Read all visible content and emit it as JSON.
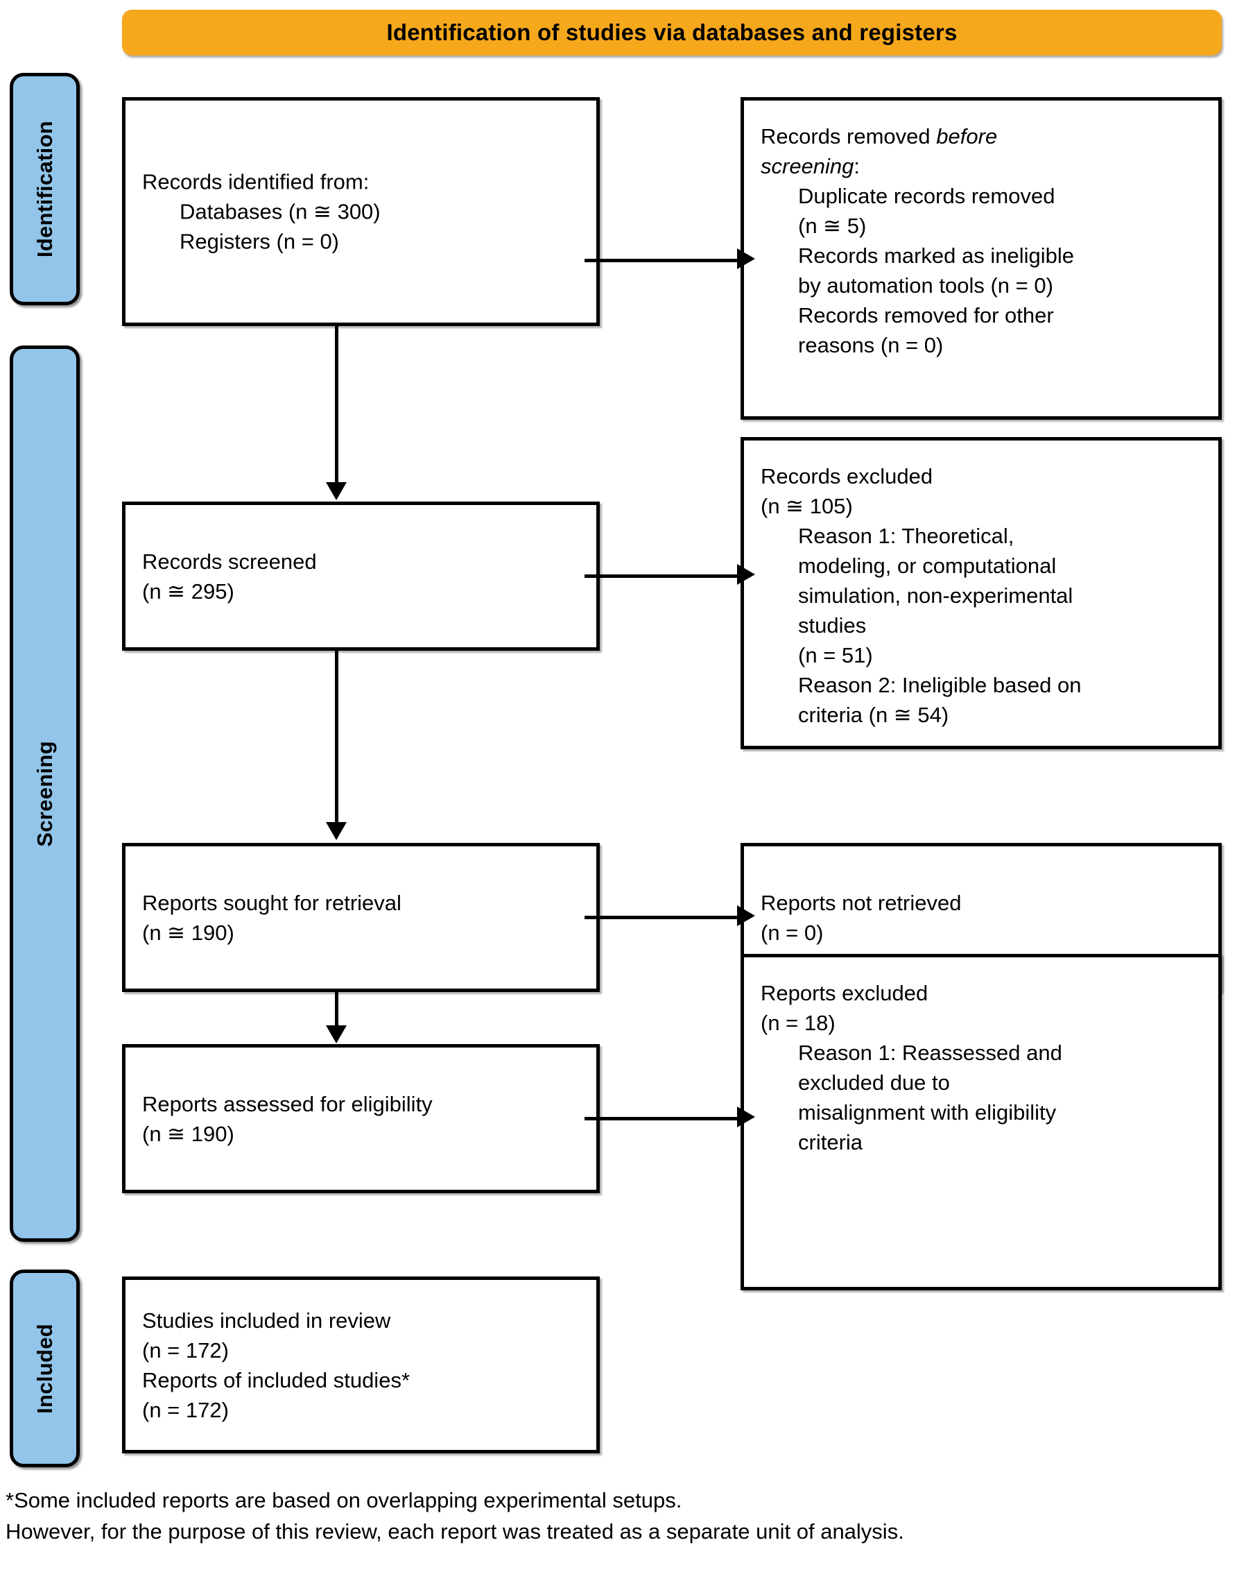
{
  "banner": {
    "title": "Identification of studies via databases and registers",
    "color": "#F6A81C"
  },
  "stages": [
    {
      "id": "identification",
      "label": "Identification",
      "color": "#92C5E9"
    },
    {
      "id": "screening",
      "label": "Screening",
      "color": "#92C5E9"
    },
    {
      "id": "included",
      "label": "Included",
      "color": "#92C5E9"
    }
  ],
  "boxes": {
    "identified": {
      "lines": [
        "Records identified from:",
        "Databases (n ≅ 300)",
        "Registers (n = 0)"
      ]
    },
    "removed": {
      "heading_plain": "Records removed ",
      "heading_italic": "before",
      "heading_italic2": "screening",
      "heading_colon": ":",
      "lines": [
        "Duplicate records removed",
        "(n ≅ 5)",
        "Records marked as ineligible",
        "by automation tools (n = 0)",
        "Records removed for other",
        "reasons (n = 0)"
      ]
    },
    "screened": {
      "lines": [
        "Records screened",
        "(n ≅ 295)"
      ]
    },
    "excluded": {
      "lines": [
        "Records excluded",
        "(n ≅ 105)",
        "Reason 1: Theoretical,",
        "modeling, or computational",
        "simulation, non-experimental",
        "studies",
        "(n = 51)",
        "Reason 2: Ineligible based on",
        "criteria (n ≅ 54)"
      ]
    },
    "sought": {
      "lines": [
        "Reports sought for retrieval",
        "(n ≅ 190)"
      ]
    },
    "not_retrieved": {
      "lines": [
        "Reports not retrieved",
        "(n = 0)"
      ]
    },
    "assessed": {
      "lines": [
        "Reports assessed for eligibility",
        "(n ≅ 190)"
      ]
    },
    "reports_excluded": {
      "lines": [
        "Reports excluded",
        "(n = 18)",
        "Reason 1: Reassessed and",
        "excluded due to",
        "misalignment with eligibility",
        "criteria"
      ]
    },
    "included": {
      "lines": [
        "Studies included in review",
        "(n = 172)",
        "Reports of included studies*",
        "(n = 172)"
      ]
    }
  },
  "footnote": {
    "line1": "*Some included reports are based on overlapping experimental setups.",
    "line2": "However, for the purpose of this review, each report was treated as a separate unit of analysis."
  }
}
